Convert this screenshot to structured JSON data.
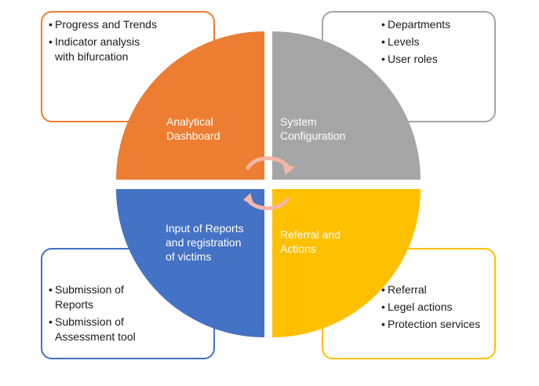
{
  "quadrants": {
    "analytical": {
      "label_line1": "Analytical",
      "label_line2": "Dashboard",
      "color": "#ED7D31",
      "bullets": [
        "Progress and Trends",
        "Indicator analysis with bifurcation"
      ]
    },
    "system": {
      "label_line1": "System",
      "label_line2": "Configuration",
      "color": "#A5A5A5",
      "bullets": [
        "Departments",
        "Levels",
        "User roles"
      ]
    },
    "input": {
      "label_line1": "Input of Reports",
      "label_line2": "and registration",
      "label_line3": "of victims",
      "color": "#4472C4",
      "bullets": [
        "Submission of Reports",
        "Submission of Assessment tool"
      ]
    },
    "referral": {
      "label_line1": "Referral and",
      "label_line2": "Actions",
      "color": "#FFC000",
      "bullets": [
        "Referral",
        "Legel actions",
        "Protection services"
      ]
    }
  },
  "arrow_color": "#F4B6A6"
}
